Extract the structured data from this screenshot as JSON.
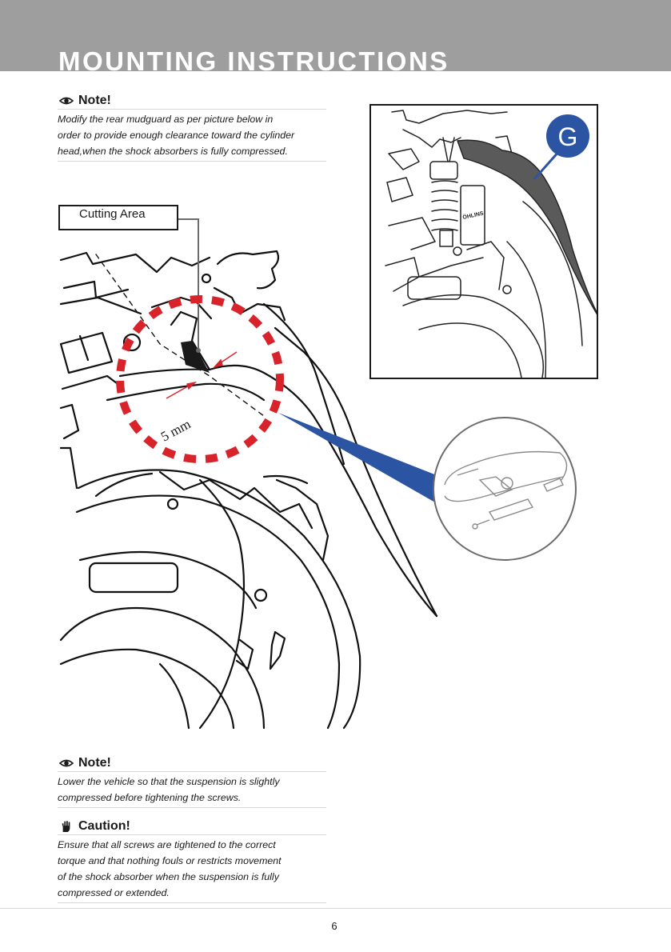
{
  "header": {
    "title": "MOUNTING INSTRUCTIONS",
    "bg_color": "#9e9e9e"
  },
  "note1": {
    "icon": "eye-icon",
    "label": "Note!",
    "text": "Modify the rear mudguard as per picture below in\norder to provide enough clearance toward the cylinder\nhead,when the shock absorbers is fully compressed."
  },
  "figure": {
    "callout_label": "Cutting Area",
    "dimension_label": "5 mm",
    "inset_letter": "G",
    "brand_text": "ÖHLINS",
    "accent_blue": "#2b54a3",
    "dashed_red": "#d9232a"
  },
  "note2": {
    "icon": "eye-icon",
    "label": "Note!",
    "text": "Lower the vehicle so that the suspension is slightly\ncompressed before tightening the screws."
  },
  "caution": {
    "icon": "hand-icon",
    "label": "Caution!",
    "text": "Ensure that all screws are tightened to the correct\ntorque and that nothing fouls or restricts movement\nof the shock absorber when the suspension is fully\ncompressed or extended."
  },
  "footer": {
    "page_number": "6"
  }
}
